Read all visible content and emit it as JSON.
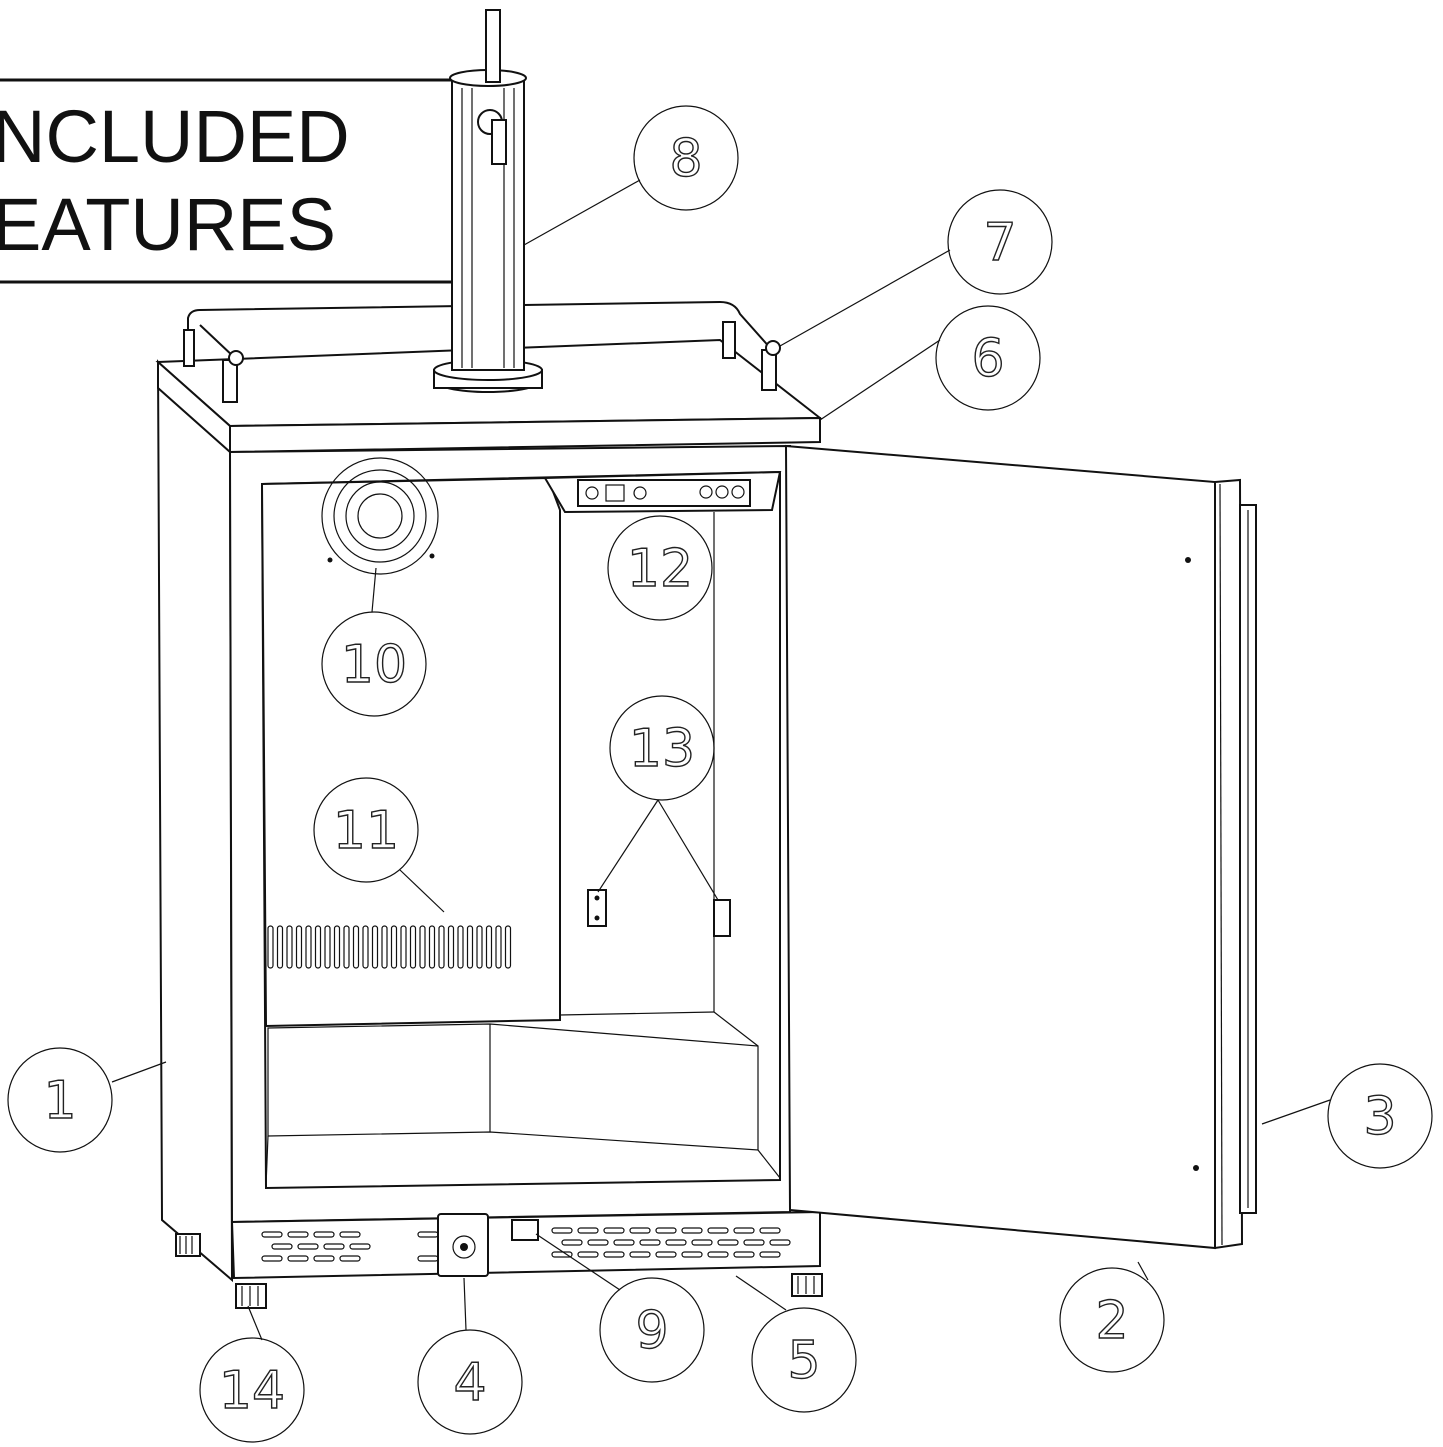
{
  "title": {
    "line1": "NCLUDED",
    "line2": "EATURES"
  },
  "callouts": [
    {
      "id": "1",
      "label": "1"
    },
    {
      "id": "2",
      "label": "2"
    },
    {
      "id": "3",
      "label": "3"
    },
    {
      "id": "4",
      "label": "4"
    },
    {
      "id": "5",
      "label": "5"
    },
    {
      "id": "6",
      "label": "6"
    },
    {
      "id": "7",
      "label": "7"
    },
    {
      "id": "8",
      "label": "8"
    },
    {
      "id": "9",
      "label": "9"
    },
    {
      "id": "10",
      "label": "10"
    },
    {
      "id": "11",
      "label": "11"
    },
    {
      "id": "12",
      "label": "12"
    },
    {
      "id": "13",
      "label": "13"
    },
    {
      "id": "14",
      "label": "14"
    }
  ]
}
